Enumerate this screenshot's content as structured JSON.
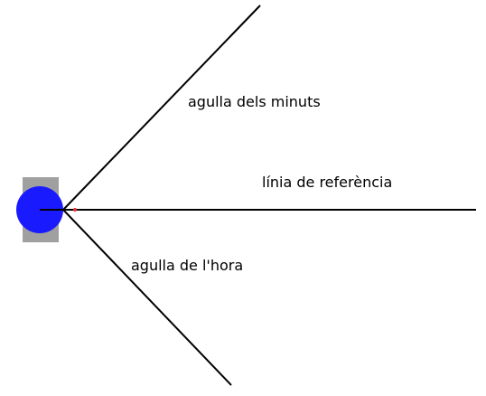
{
  "labels": {
    "minute_hand": "agulla dels minuts",
    "reference_line": "línia de referència",
    "hour_hand": "agulla de l'hora"
  },
  "colors": {
    "background": "#ffffff",
    "line": "#000000",
    "pivot_circle": "#1a1aff",
    "pivot_backing": "#a0a0a0",
    "center_marker": "#e03030"
  }
}
